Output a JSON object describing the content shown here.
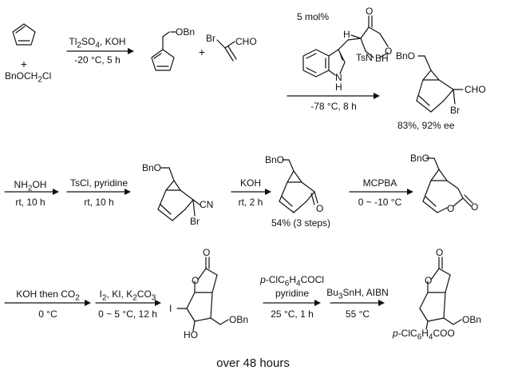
{
  "row1": {
    "cp_plus": "+",
    "reagent_a": [
      "BnOCH",
      "2",
      "Cl"
    ],
    "step1_above": [
      "Tl",
      "2",
      "SO",
      "4",
      ", KOH"
    ],
    "step1_below": "-20 °C, 5 h",
    "p1_label": "OBn",
    "plus2": "+",
    "bromo_br": "Br",
    "bromo_cho": "CHO",
    "cat_loading": "5 mol%",
    "cat_o_carbonyl": "O",
    "cat_o_ring": "O",
    "cat_h": "H",
    "cat_tsn": "TsN",
    "cat_bh": "BH",
    "cat_nh": "N",
    "cat_nh_h": "H",
    "step2_below": "-78 °C, 8 h",
    "p2_obn": "BnO",
    "p2_cho": "CHO",
    "p2_br": "Br",
    "p2_yield": "83%, 92% ee"
  },
  "row2": {
    "step3_above": [
      "NH",
      "2",
      "OH"
    ],
    "step3_below": "rt, 10 h",
    "step4_above": "TsCl, pyridine",
    "step4_below": "rt, 10 h",
    "p3_obn": "BnO",
    "p3_cn": "CN",
    "p3_br": "Br",
    "step5_above": "KOH",
    "step5_below": "rt, 2 h",
    "p4_obn": "BnO",
    "p4_o": "O",
    "p4_yield": "54% (3 steps)",
    "step6_above": "MCPBA",
    "step6_below": "0 ~ -10 °C",
    "p5_obn": "BnO",
    "p5_o_ring": "O",
    "p5_o_carbonyl": "O"
  },
  "row3": {
    "step7_above": [
      "KOH then CO",
      "2"
    ],
    "step7_below": "0 °C",
    "step8_above": [
      "I",
      "2",
      ", KI, K",
      "2",
      "CO",
      "3"
    ],
    "step8_below": "0 ~ 5 °C, 12 h",
    "p6_o_carbonyl": "O",
    "p6_o_ring": "O",
    "p6_i": "I",
    "p6_ho": "HO",
    "p6_obn": "OBn",
    "step9_above": [
      "p",
      "-ClC",
      "6",
      "H",
      "4",
      "COCl"
    ],
    "step9_above2": "pyridine",
    "step9_below": "25 °C, 1 h",
    "step10_above": [
      "Bu",
      "3",
      "SnH, AIBN"
    ],
    "step10_below": "55 °C",
    "p7_o_carbonyl": "O",
    "p7_o_ring": "O",
    "p7_obn": "OBn",
    "p7_ester": [
      "p",
      "-ClC",
      "6",
      "H",
      "4",
      "COO"
    ]
  },
  "footer": "over 48 hours"
}
